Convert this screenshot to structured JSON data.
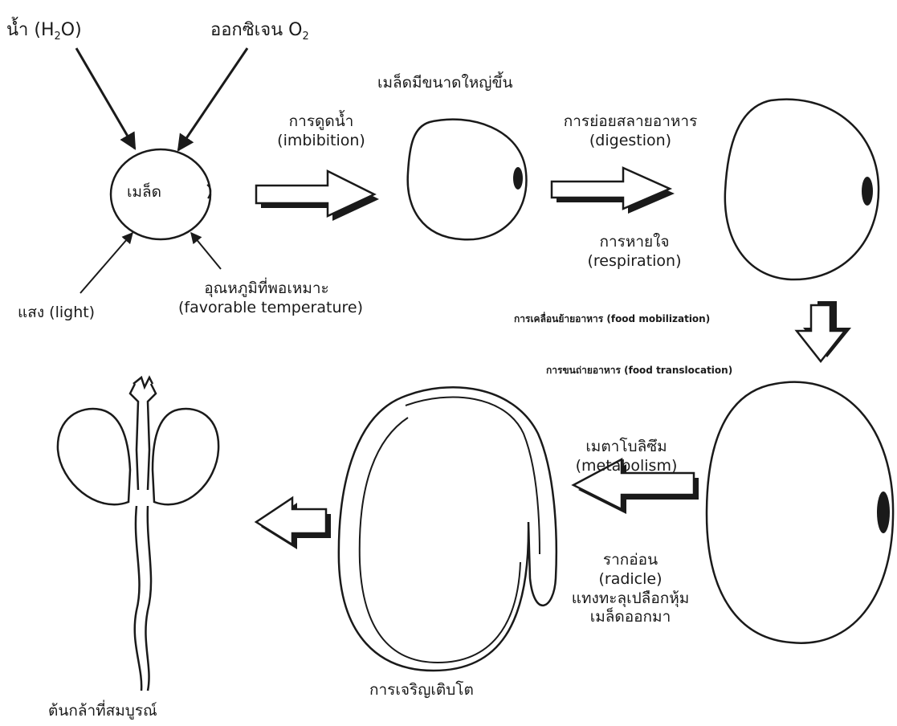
{
  "inputs": {
    "water": {
      "text": "น้ำ (H",
      "sub": "2",
      "tail": "O)"
    },
    "oxygen": {
      "text": "ออกซิเจน O",
      "sub": "2"
    },
    "light": "แสง (light)",
    "temperature": {
      "th": "อุณหภูมิที่พอเหมาะ",
      "en": "(favorable temperature)"
    }
  },
  "seed_label": "เมล็ด",
  "stages": {
    "enlarged_caption": "เมล็ดมีขนาดใหญ่ขึ้น",
    "imbibition": {
      "th": "การดูดน้ำ",
      "en": "(imbibition)"
    },
    "digestion": {
      "th": "การย่อยสลายอาหาร",
      "en": "(digestion)"
    },
    "respiration": {
      "th": "การหายใจ",
      "en": "(respiration)"
    },
    "mobilization": "การเคลื่อนย้ายอาหาร (food mobilization)",
    "translocation": "การขนถ่ายอาหาร (food translocation)",
    "metabolism": {
      "th": "เมตาโบลิซึม",
      "en": "(metabolism)"
    },
    "radicle": {
      "th": "รากอ่อน",
      "en": "(radicle)",
      "th2": "แทงทะลุเปลือกหุ้ม",
      "th3": "เมล็ดออกมา"
    },
    "growth": "การเจริญเติบโต",
    "seedling": "ต้นกล้าที่สมบูรณ์"
  }
}
